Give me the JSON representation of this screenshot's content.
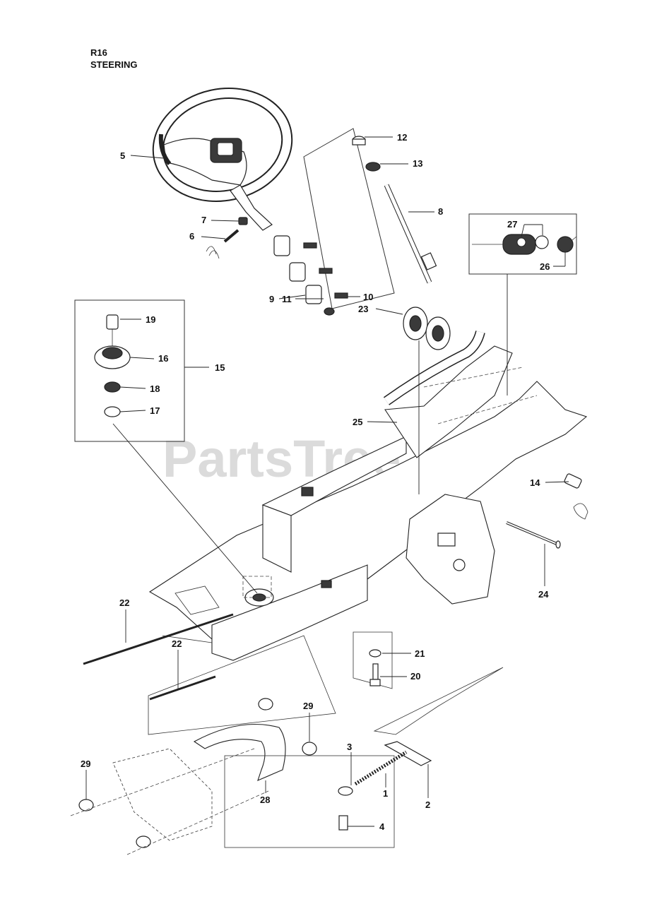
{
  "header": {
    "code": "R16",
    "title": "STEERING"
  },
  "watermark": {
    "text": "PartsTree",
    "trademark": "™"
  },
  "callouts": [
    {
      "id": "c12",
      "label": "12"
    },
    {
      "id": "c13",
      "label": "13"
    },
    {
      "id": "c5",
      "label": "5"
    },
    {
      "id": "c8",
      "label": "8"
    },
    {
      "id": "c27",
      "label": "27"
    },
    {
      "id": "c26",
      "label": "26"
    },
    {
      "id": "c7",
      "label": "7"
    },
    {
      "id": "c6",
      "label": "6"
    },
    {
      "id": "c19",
      "label": "19"
    },
    {
      "id": "c16",
      "label": "16"
    },
    {
      "id": "c15",
      "label": "15"
    },
    {
      "id": "c18",
      "label": "18"
    },
    {
      "id": "c17",
      "label": "17"
    },
    {
      "id": "c9",
      "label": "9"
    },
    {
      "id": "c10",
      "label": "10"
    },
    {
      "id": "c11",
      "label": "11"
    },
    {
      "id": "c23",
      "label": "23"
    },
    {
      "id": "c25",
      "label": "25"
    },
    {
      "id": "c14",
      "label": "14"
    },
    {
      "id": "c24",
      "label": "24"
    },
    {
      "id": "c22a",
      "label": "22"
    },
    {
      "id": "c22b",
      "label": "22"
    },
    {
      "id": "c21",
      "label": "21"
    },
    {
      "id": "c20",
      "label": "20"
    },
    {
      "id": "c29a",
      "label": "29"
    },
    {
      "id": "c29b",
      "label": "29"
    },
    {
      "id": "c28",
      "label": "28"
    },
    {
      "id": "c3",
      "label": "3"
    },
    {
      "id": "c1",
      "label": "1"
    },
    {
      "id": "c2",
      "label": "2"
    },
    {
      "id": "c4",
      "label": "4"
    }
  ]
}
